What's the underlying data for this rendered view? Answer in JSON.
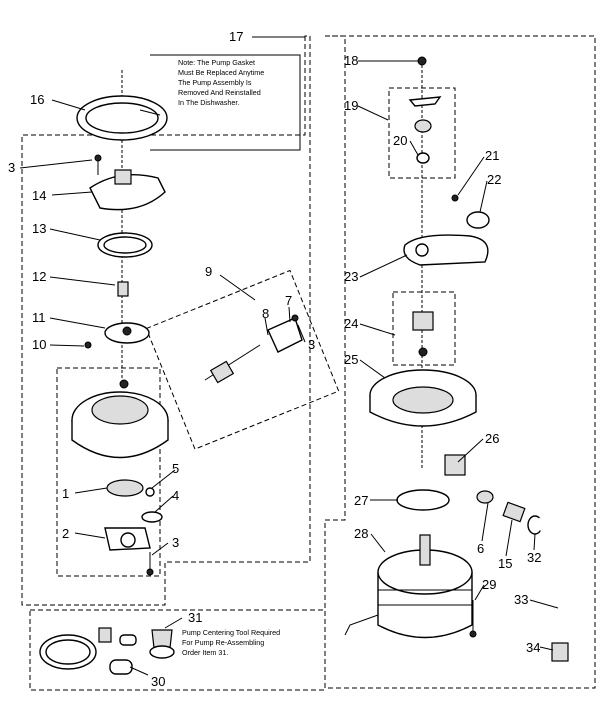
{
  "note_top": [
    "Note: The Pump Gasket",
    "Must Be Replaced Anytime",
    "The Pump Assembly Is",
    "Removed And Reinstalled",
    "In The Dishwasher."
  ],
  "note_bottom": [
    "Pump Centering Tool Required",
    "For Pump Re-Assembling",
    "Order Item 31."
  ],
  "callouts": {
    "c1": "1",
    "c2": "2",
    "c3a": "3",
    "c3b": "3",
    "c3c": "3",
    "c4": "4",
    "c5": "5",
    "c6": "6",
    "c7": "7",
    "c8": "8",
    "c9": "9",
    "c10": "10",
    "c11": "11",
    "c12": "12",
    "c13": "13",
    "c14": "14",
    "c15": "15",
    "c16": "16",
    "c17": "17",
    "c18": "18",
    "c19": "19",
    "c20": "20",
    "c21": "21",
    "c22": "22",
    "c23": "23",
    "c24": "24",
    "c25": "25",
    "c26": "26",
    "c27": "27",
    "c28": "28",
    "c29": "29",
    "c30": "30",
    "c31": "31",
    "c32": "32",
    "c33": "33",
    "c34": "34"
  }
}
